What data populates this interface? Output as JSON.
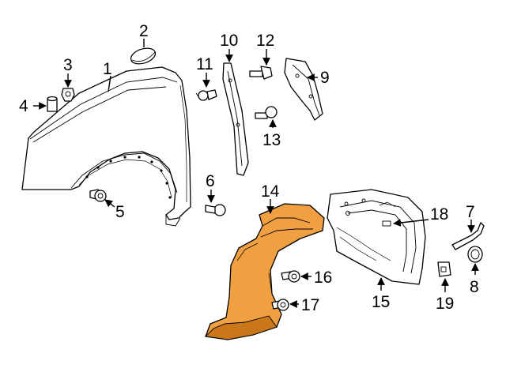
{
  "colors": {
    "highlight": "#f0a040",
    "highlight_dark": "#c97718",
    "line": "#000000",
    "background": "#ffffff"
  },
  "callouts": [
    {
      "id": "1",
      "text": "1"
    },
    {
      "id": "2",
      "text": "2"
    },
    {
      "id": "3",
      "text": "3"
    },
    {
      "id": "4",
      "text": "4"
    },
    {
      "id": "5",
      "text": "5"
    },
    {
      "id": "6",
      "text": "6"
    },
    {
      "id": "7",
      "text": "7"
    },
    {
      "id": "8",
      "text": "8"
    },
    {
      "id": "9",
      "text": "9"
    },
    {
      "id": "10",
      "text": "10"
    },
    {
      "id": "11",
      "text": "11"
    },
    {
      "id": "12",
      "text": "12"
    },
    {
      "id": "13",
      "text": "13"
    },
    {
      "id": "14",
      "text": "14"
    },
    {
      "id": "15",
      "text": "15"
    },
    {
      "id": "16",
      "text": "16"
    },
    {
      "id": "17",
      "text": "17"
    },
    {
      "id": "18",
      "text": "18"
    },
    {
      "id": "19",
      "text": "19"
    }
  ]
}
